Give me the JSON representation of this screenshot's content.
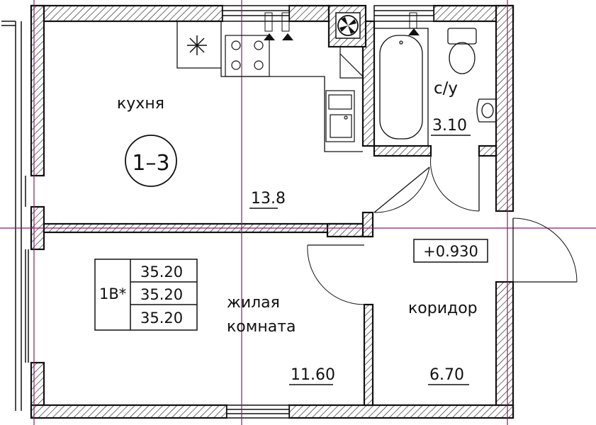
{
  "plan": {
    "unit_marker": "1–3",
    "rooms": {
      "kitchen": {
        "name": "кухня",
        "area": "13.8"
      },
      "bathroom": {
        "name": "с/у",
        "area": "3.10"
      },
      "living": {
        "name_line1": "жилая",
        "name_line2": "комната",
        "area": "11.60"
      },
      "corridor": {
        "name": "коридор",
        "area": "6.70"
      }
    },
    "level_mark": "+0.930",
    "apartment": {
      "type": "1В*",
      "areas": [
        "35.20",
        "35.20",
        "35.20"
      ]
    },
    "colors": {
      "wall": "#111111",
      "axis": "#8b1a6b",
      "hatch": "#222222"
    },
    "icons": [
      "ventilation-fan-icon",
      "hood-icon",
      "stove-icon",
      "sink-icon",
      "bathtub-icon",
      "toilet-icon",
      "washbasin-icon"
    ]
  }
}
